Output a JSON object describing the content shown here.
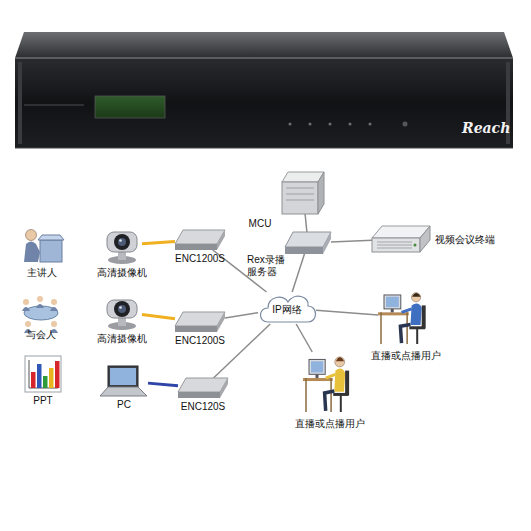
{
  "diagram": {
    "nodes": [
      {
        "text": [
          "主讲人"
        ]
      },
      {
        "text": [
          "高清摄像机"
        ]
      },
      {
        "text": [
          "ENC1200S"
        ]
      },
      {
        "text": [
          "与会人"
        ]
      },
      {
        "text": [
          "高清摄像机"
        ]
      },
      {
        "text": [
          "ENC1200S"
        ]
      },
      {
        "text": [
          "PPT"
        ]
      },
      {
        "text": [
          "PC"
        ]
      },
      {
        "text": [
          "ENC120S"
        ]
      },
      {
        "text": [
          "MCU"
        ]
      },
      {
        "text": [
          "Rex录播 服务器"
        ]
      },
      {
        "text": [
          "视频会议终端"
        ]
      },
      {
        "text": [
          "IP网络"
        ]
      },
      {
        "text": [
          "直播或点播用户"
        ]
      },
      {
        "text": [
          "直播或点播用户"
        ]
      }
    ],
    "edges": [
      {
        "from": 1,
        "to": 2,
        "arrow": "none"
      },
      {
        "from": 4,
        "to": 5,
        "arrow": "none"
      },
      {
        "from": 7,
        "to": 8,
        "arrow": "none"
      },
      {
        "from": 2,
        "to": 12,
        "arrow": "none"
      },
      {
        "from": 5,
        "to": 12,
        "arrow": "none"
      },
      {
        "from": 8,
        "to": 12,
        "arrow": "none"
      },
      {
        "from": 9,
        "to": 10,
        "arrow": "none"
      },
      {
        "from": 10,
        "to": 11,
        "arrow": "none"
      },
      {
        "from": 10,
        "to": 12,
        "arrow": "none"
      },
      {
        "from": 12,
        "to": 13,
        "arrow": "none"
      },
      {
        "from": 12,
        "to": 14,
        "arrow": "none"
      }
    ],
    "labels": [
      "Reach"
    ]
  }
}
